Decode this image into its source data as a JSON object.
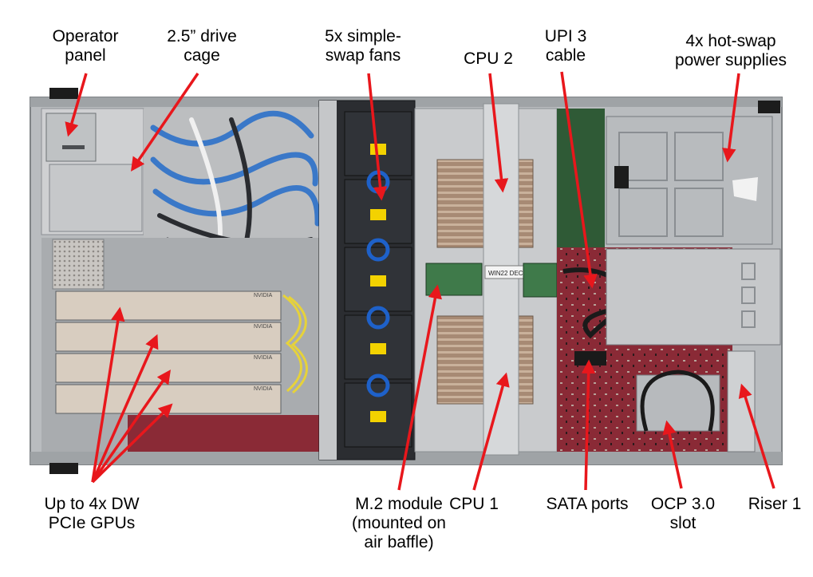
{
  "colors": {
    "arrow": "#e8171c",
    "chassis": "#b9bcbf",
    "board_red": "#8a2a36",
    "dark_panel": "#2b2d31",
    "fan_blue": "#1e61c9",
    "warning_yellow": "#f3d200"
  },
  "labels": {
    "operator_panel": "Operator\npanel",
    "drive_cage": "2.5” drive\ncage",
    "fans": "5x simple-\nswap fans",
    "cpu2": "CPU 2",
    "upi_cable": "UPI 3\ncable",
    "power_supplies": "4x hot-swap\npower supplies",
    "gpus": "Up to 4x DW\nPCIe GPUs",
    "m2_module": "M.2 module\n(mounted on\nair baffle)",
    "cpu1": "CPU 1",
    "sata_ports": "SATA ports",
    "ocp_slot": "OCP 3.0\nslot",
    "riser1": "Riser 1"
  },
  "sticker_text": "WIN22 DEC",
  "gpu_brand": "NVIDIA"
}
